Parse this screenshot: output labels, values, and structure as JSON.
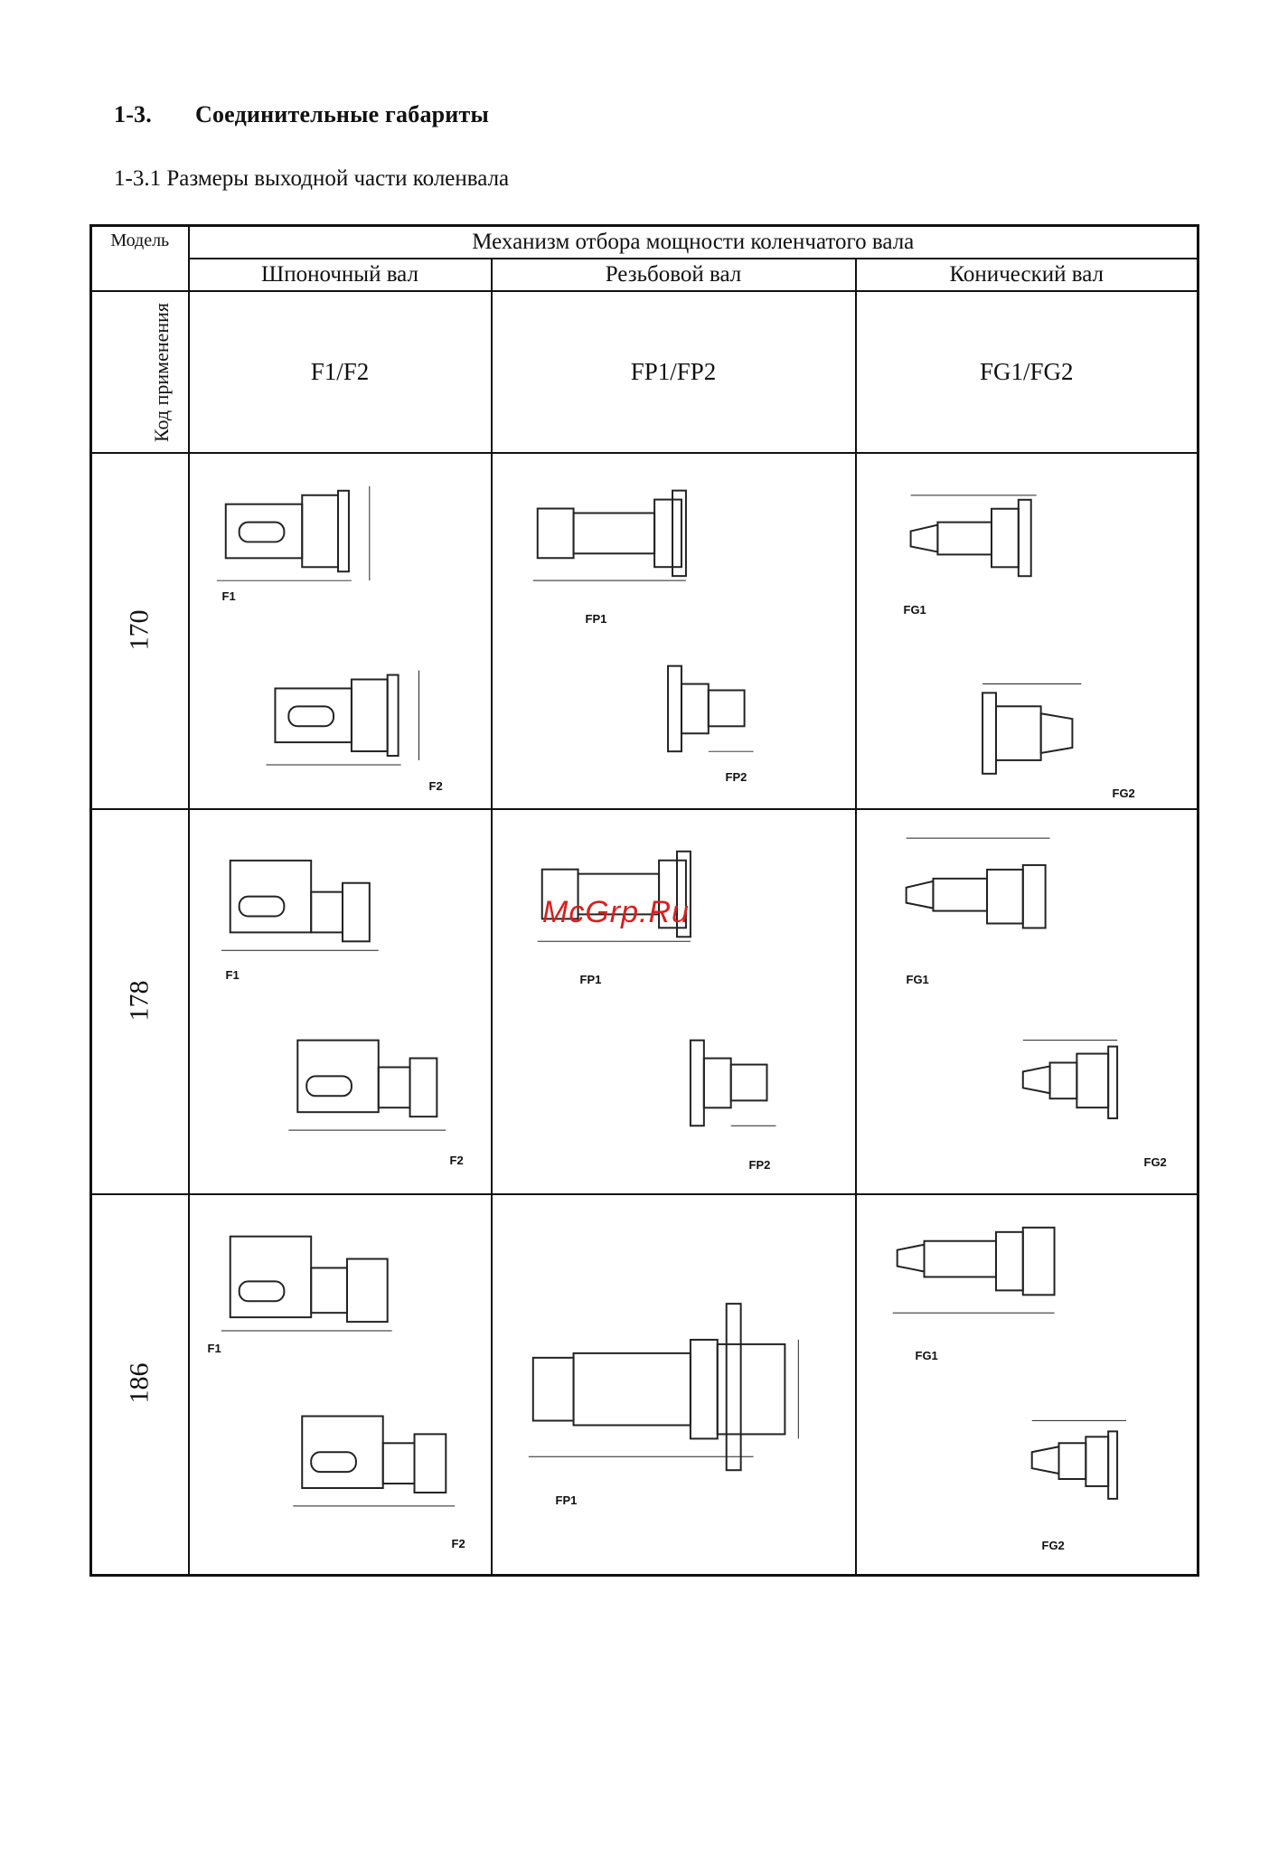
{
  "section": {
    "number": "1-3.",
    "title": "Соединительные габариты"
  },
  "subsection": {
    "title": "1-3.1 Размеры выходной части коленвала"
  },
  "table": {
    "model_header": "Модель",
    "group_header": "Механизм отбора мощности коленчатого вала",
    "columns": [
      "Шпоночный вал",
      "Резьбовой вал",
      "Конический вал"
    ],
    "code_label": "Код применения",
    "codes": [
      "F1/F2",
      "FP1/FP2",
      "FG1/FG2"
    ],
    "rows": [
      {
        "model": "170",
        "labels": [
          "F1",
          "F2",
          "FP1",
          "FP2",
          "FG1",
          "FG2"
        ]
      },
      {
        "model": "178",
        "labels": [
          "F1",
          "F2",
          "FP1",
          "FP2",
          "FG1",
          "FG2"
        ]
      },
      {
        "model": "186",
        "labels": [
          "F1",
          "F2",
          "FP1",
          "FG1",
          "FG2"
        ]
      }
    ]
  },
  "watermark": "McGrp.Ru"
}
